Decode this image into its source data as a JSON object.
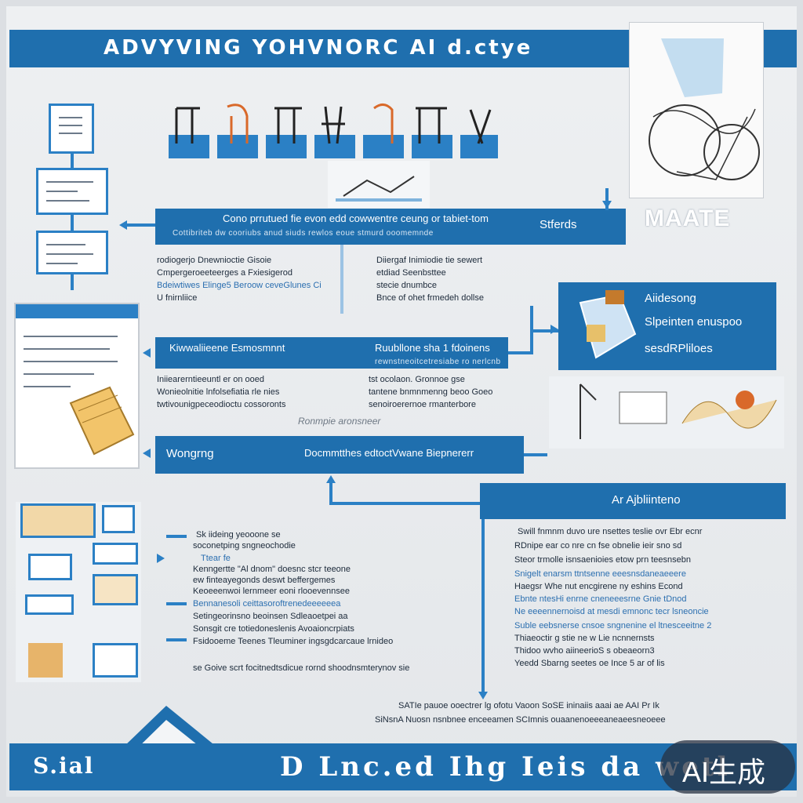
{
  "header": {
    "title": "ADVYVING YOHVNORC AI d.ctye"
  },
  "columns_heading": "",
  "side_label": "MAATE",
  "panel_top": {
    "title": "Cono prrutued fie evon edd cowwentre ceung or tabiet-tom",
    "right": "Stferds",
    "sub": "Cottibriteb dw cooriubs anud siuds rewlos eoue stmurd ooomemnde"
  },
  "list_top_left": [
    "rodiogerjo Dnewnioctie Gisoie",
    "Cmpergeroeeteerges a Fxiesigerod",
    "Bdeiwtiwes Elinge5 Beroow ceveGlunes Ci",
    "U fnirnliice"
  ],
  "list_top_right": [
    "Diiergaf Inimiodie tie sewert",
    "etdiad Seenbsttee",
    "stecie dnumbce",
    "Bnce of ohet frmedeh dollse"
  ],
  "panel_mid": {
    "left": "Kiwwaliieene Esmosmnnt",
    "right": "Ruubllone sha 1 fdoinens",
    "sub": "rewnstneoitcetresiabe ro nerlcnb"
  },
  "list_mid_left": [
    "Iniiearerntieeuntl er on ooed",
    "Wonieolnitie lnfolsefiatia rle nies",
    "twtivounigpeceodioctu cossoronts"
  ],
  "list_mid_right": [
    "tst ocolaon. Gronnoe gse",
    "tantene bnmnmenng beoo Goeo",
    "senoiroerernoe rmanterbore"
  ],
  "mid_note": "Ronmpie aronsneer",
  "panel_low": {
    "left": "Wongrng",
    "right": "Docmmtthes edtoctVwane Biepnererr"
  },
  "panel_right": {
    "line1": "Aiidesong",
    "line2": "Slpeinten enuspoo",
    "line3": "sesdRPliloes"
  },
  "panel_ai": {
    "title": "Ar Ajbliinteno"
  },
  "list_lower_left": [
    "Sk iideing yeooone se",
    "soconetping sngneochodie",
    "Ttear fe",
    "Kenngertte \"Al dnom\" doesnc stcr teeone",
    "ew finteayegonds deswt beffergemes",
    "Keoeeenwoi lernmeer eoni rlooevennsee",
    "Bennanesoli ceittasoroftrenedeeeeeea",
    "Setingeorinsno beoinsen Sdleaoetpei aa",
    "Sonsgit cre totiedoneslenis Avoaioncrpiats",
    "Fsidooeme Teenes Tleuminer ingsgdcarcaue lrnideo"
  ],
  "lower_left_note": "se Goive scrt focitnedtsdicue rornd shoodnsmterynov sie",
  "list_lower_right": [
    "Swill fnmnm duvo ure nsettes teslie ovr Ebr ecnr",
    "RDnipe ear co nre cn fse obnelie ieir sno sd",
    "Steor trmolle isnsaenioies etow prn teesnsebn",
    "Snigelt enarsm ttntsenne eeesnsdaneaeeere",
    "Haegsr Whe nut encgirene ny eshins Econd",
    "Ebnte ntesHi enrne cneneeesrne Gnie tDnod",
    "Ne eeeennernoisd at mesdi emnonc tecr lsneoncie",
    "Suble eebsnerse cnsoe sngnenine el ltnesceeitne 2",
    "Thiaeoctir g stie ne w Lie ncnnernsts",
    "Thidoo wvho aiineerioS s obeaeorn3",
    "Yeedd Sbarng seetes oe Ince 5 ar of lis"
  ],
  "bottom_center": [
    "SATIe pauoe ooectrer lg ofotu Vaoon SoSE ininaiis aaai ae AAI Pr Ik",
    "SiNsnA Nuosn nsnbnee enceeamen SCImnis ouaanenoeeeaneaeesneoeee"
  ],
  "footer": {
    "left": "S.ial",
    "right": "D Lnc.ed Ihg Ieis da wetl"
  },
  "badge": "AI生成",
  "colors": {
    "primary": "#1f6fae",
    "accent": "#2b80c5",
    "background": "#e4e7ea"
  }
}
